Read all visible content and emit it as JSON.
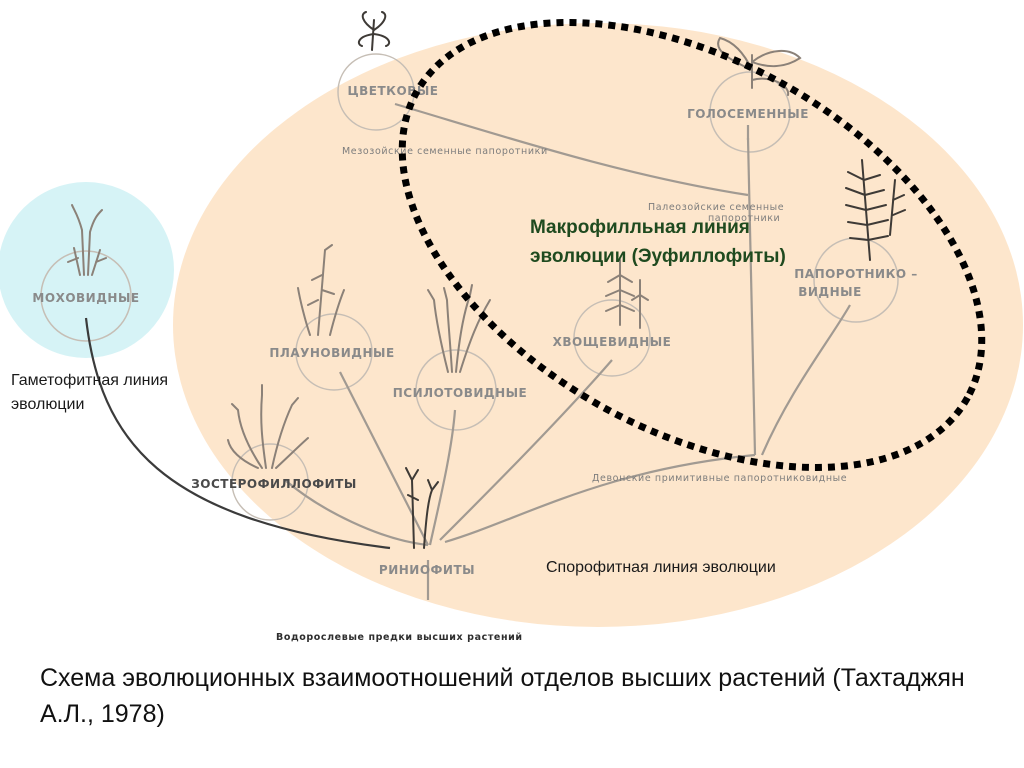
{
  "diagram": {
    "nodes": {
      "mosses": "МОХОВИДНЫЕ",
      "flowering": "ЦВЕТКОВЫЕ",
      "gymnosperms": "ГОЛОСЕМЕННЫЕ",
      "ferns_1": "ПАПОРОТНИКО –",
      "ferns_2": "ВИДНЫЕ",
      "lycopods": "ПЛАУНОВИДНЫЕ",
      "psilotes": "ПСИЛОТОВИДНЫЕ",
      "horsetails": "ХВОЩЕВИДНЫЕ",
      "zosterophylls": "ЗОСТЕРОФИЛЛОФИТЫ",
      "rhyniophytes": "РИНИОФИТЫ"
    },
    "sublabels": {
      "mesozoic_ferns": "Мезозойские семенные папоротники",
      "paleozoic_ferns_1": "Палеозойские семенные",
      "paleozoic_ferns_2": "папоротники",
      "devonian": "Девонские примитивные папоротниковидные",
      "algal_ancestors": "Водорослевые предки высших растений"
    }
  },
  "annotations": {
    "macrophyll_line": "Макрофилльная линия эволюции (Эуфиллофиты)",
    "gametophyte_line": "Гаметофитная линия эволюции",
    "sporophyte_line": "Спорофитная линия эволюции"
  },
  "caption": "Схема эволюционных взаимоотношений отделов высших растений (Тахтаджян А.Л., 1978)",
  "colors": {
    "sporophyte_region": "#fde6cc",
    "gametophyte_region": "#d6f3f6",
    "macrophyll_text": "#1f4a1f",
    "dotted_outline": "#000000"
  }
}
